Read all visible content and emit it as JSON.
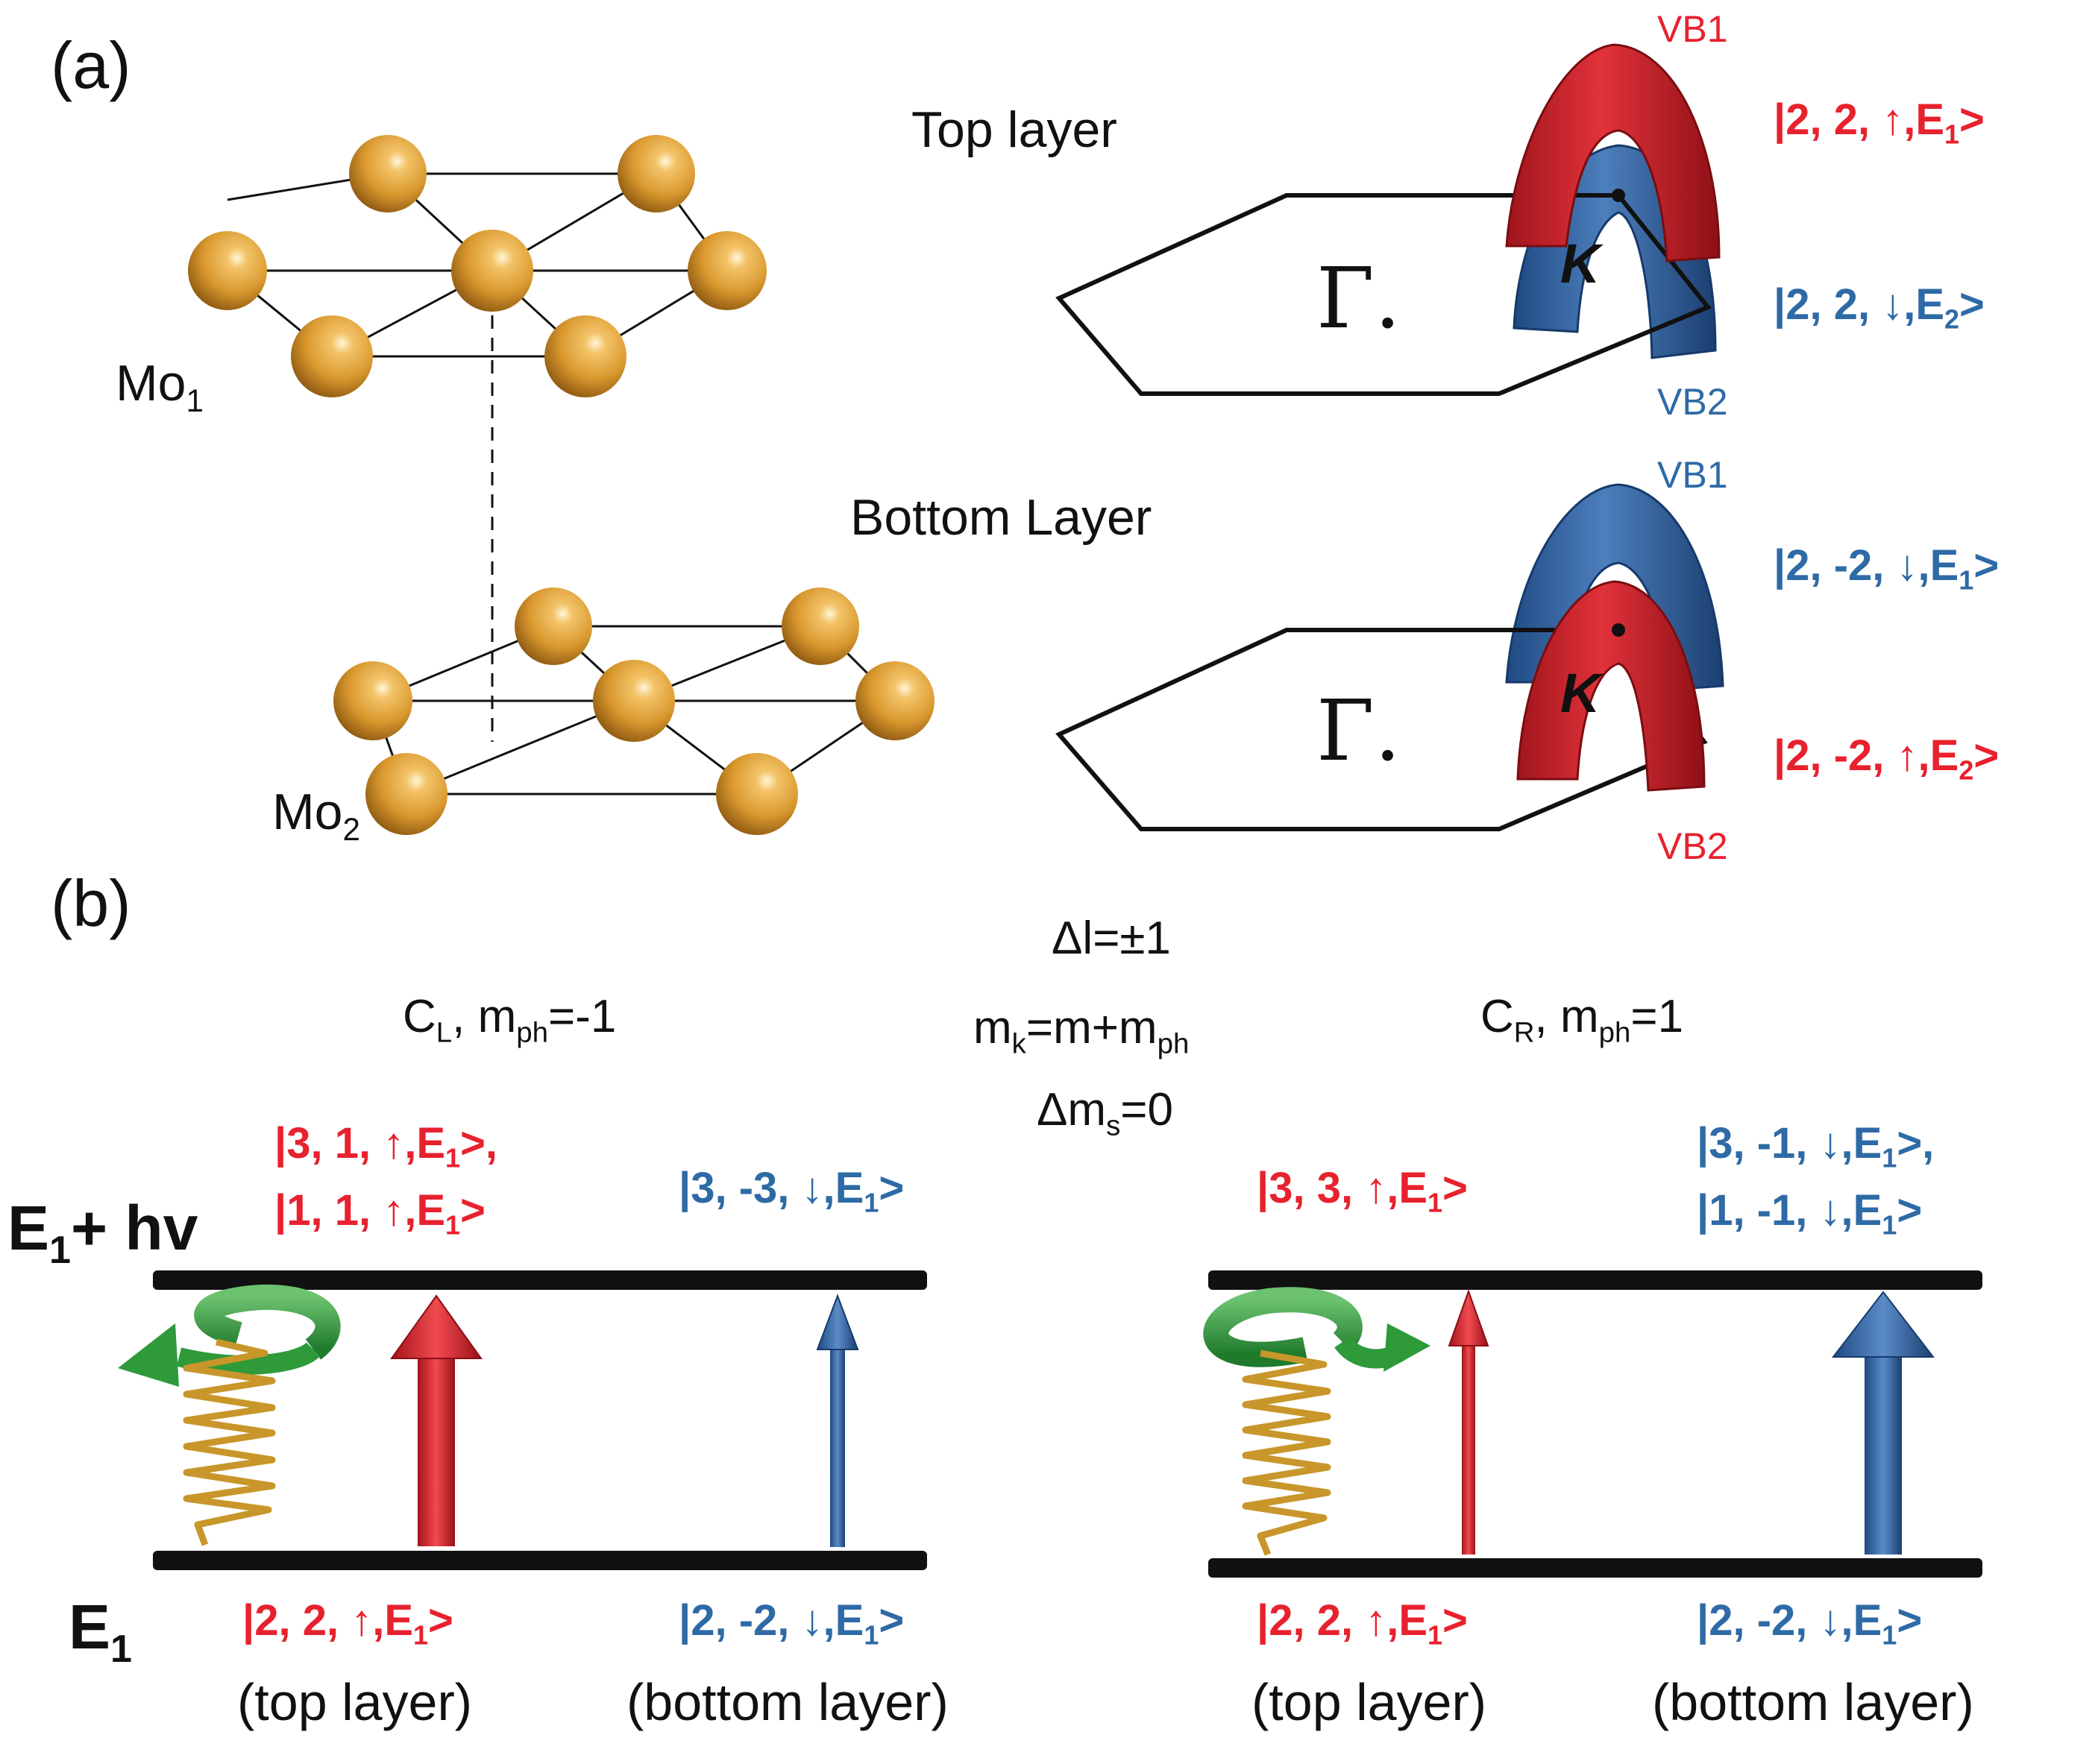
{
  "panels": {
    "a": "(a)",
    "b": "(b)"
  },
  "panel_a": {
    "lattice_labels": {
      "mo1": {
        "base": "Mo",
        "sub": "1"
      },
      "mo2": {
        "base": "Mo",
        "sub": "2"
      }
    },
    "layer_titles": {
      "top": "Top layer",
      "bottom": "Bottom Layer"
    },
    "bz": {
      "gamma": "Γ.",
      "k": "K"
    },
    "top": {
      "vb1": "VB1",
      "vb2": "VB2",
      "state_1": {
        "pre": "|2, 2, ↑,E",
        "sub": "1",
        "post": ">"
      },
      "state_2": {
        "pre": "|2, 2, ↓,E",
        "sub": "2",
        "post": ">"
      },
      "upper_band_color": "#c8232b",
      "lower_band_color": "#2b5a9a"
    },
    "bottom": {
      "vb1": "VB1",
      "vb2": "VB2",
      "state_1": {
        "pre": "|2, -2, ↓,E",
        "sub": "1",
        "post": ">"
      },
      "state_2": {
        "pre": "|2, -2, ↑,E",
        "sub": "2",
        "post": ">"
      },
      "upper_band_color": "#2b5a9a",
      "lower_band_color": "#c8232b"
    },
    "atom_color": "#d9982e"
  },
  "panel_b": {
    "rules": {
      "line1": "Δl=±1",
      "line2": {
        "a": "m",
        "a_sub": "k",
        "b": "=m+m",
        "b_sub": "ph"
      },
      "line3": {
        "a": "Δm",
        "a_sub": "s",
        "b": "=0"
      }
    },
    "left": {
      "pol": {
        "a": "C",
        "a_sub": "L",
        "b": ", m",
        "b_sub": "ph",
        "c": "=-1"
      },
      "upper_red_1": {
        "pre": "|3, 1, ↑,E",
        "sub": "1",
        "post": ">,"
      },
      "upper_red_2": {
        "pre": "|1, 1, ↑,E",
        "sub": "1",
        "post": ">"
      },
      "upper_blue": {
        "pre": "|3, -3, ↓,E",
        "sub": "1",
        "post": ">"
      },
      "lower_red": {
        "pre": "|2, 2, ↑,E",
        "sub": "1",
        "post": ">"
      },
      "lower_blue": {
        "pre": "|2, -2, ↓,E",
        "sub": "1",
        "post": ">"
      },
      "caption_red": "(top layer)",
      "caption_blue": "(bottom layer)"
    },
    "right": {
      "pol": {
        "a": "C",
        "a_sub": "R",
        "b": ", m",
        "b_sub": "ph",
        "c": "=1"
      },
      "upper_red": {
        "pre": "|3, 3, ↑,E",
        "sub": "1",
        "post": ">"
      },
      "upper_blue_1": {
        "pre": "|3, -1, ↓,E",
        "sub": "1",
        "post": ">,"
      },
      "upper_blue_2": {
        "pre": "|1, -1, ↓,E",
        "sub": "1",
        "post": ">"
      },
      "lower_red": {
        "pre": "|2, 2, ↑,E",
        "sub": "1",
        "post": ">"
      },
      "lower_blue": {
        "pre": "|2, -2, ↓,E",
        "sub": "1",
        "post": ">"
      },
      "caption_red": "(top layer)",
      "caption_blue": "(bottom layer)"
    },
    "levels": {
      "upper": {
        "a": "E",
        "a_sub": "1",
        "b": "+ hv"
      },
      "lower": {
        "a": "E",
        "a_sub": "1"
      }
    },
    "colors": {
      "red": "#e8212e",
      "blue": "#2e6aa6",
      "green": "#2e9a3a",
      "spring": "#c8962a"
    }
  }
}
